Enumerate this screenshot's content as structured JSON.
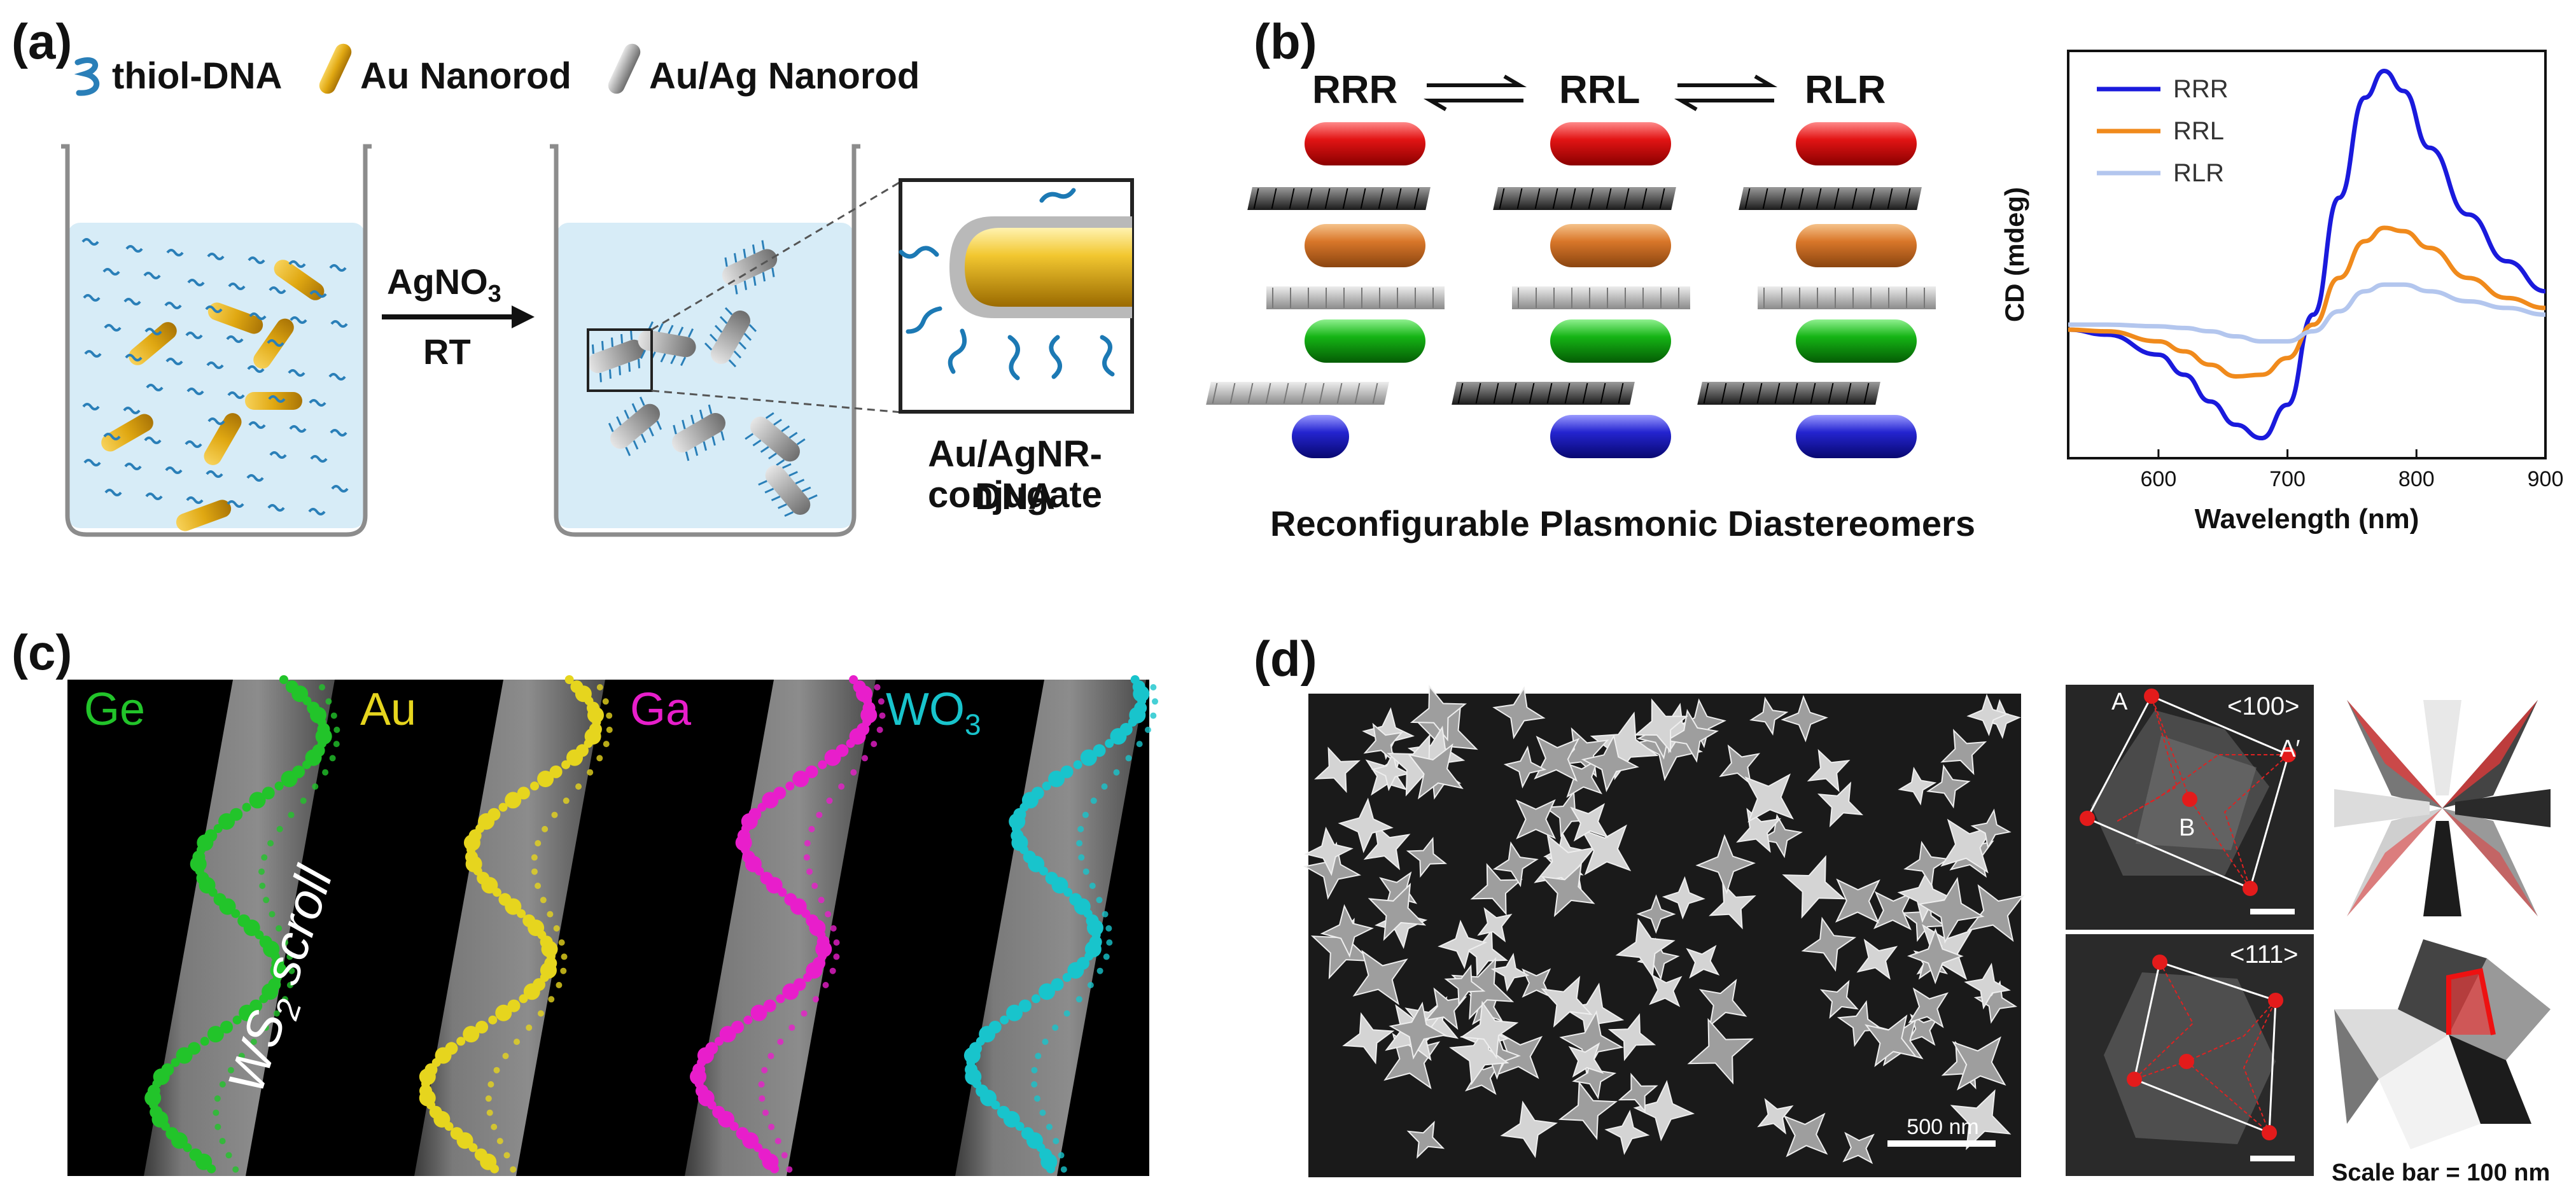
{
  "panel_a": {
    "label": "(a)",
    "legend": {
      "thiol_dna": "thiol-DNA",
      "au_nanorod": "Au Nanorod",
      "auag_nanorod": "Au/Ag Nanorod"
    },
    "reagent": "AgNO",
    "reagent_sub": "3",
    "condition": "RT",
    "product_line1": "Au/AgNR-DNA",
    "product_line2": "conjugate"
  },
  "panel_b": {
    "label": "(b)",
    "isomers": [
      "RRR",
      "RRL",
      "RLR"
    ],
    "caption": "Reconfigurable Plasmonic Diastereomers",
    "chart_data": {
      "type": "line",
      "xlabel": "Wavelength (nm)",
      "ylabel": "CD (mdeg)",
      "xlim": [
        530,
        900
      ],
      "x_ticks": [
        600,
        700,
        800,
        900
      ],
      "legend_position": "top-left",
      "series": [
        {
          "name": "RRR",
          "color": "#1a1adc",
          "x": [
            530,
            560,
            600,
            620,
            640,
            660,
            680,
            700,
            720,
            740,
            760,
            775,
            790,
            810,
            840,
            870,
            900
          ],
          "y": [
            0.5,
            -1,
            -7,
            -13,
            -21,
            -28,
            -32,
            -22,
            5,
            40,
            70,
            78,
            72,
            55,
            35,
            21,
            12
          ]
        },
        {
          "name": "RRL",
          "color": "#f08a1c",
          "x": [
            530,
            560,
            600,
            620,
            640,
            660,
            680,
            700,
            720,
            740,
            760,
            775,
            790,
            810,
            840,
            870,
            900
          ],
          "y": [
            0.5,
            0,
            -3,
            -6,
            -10,
            -13.5,
            -13,
            -8,
            2,
            16,
            27,
            31,
            30,
            25,
            16,
            10,
            7
          ]
        },
        {
          "name": "RLR",
          "color": "#b3c6ee",
          "x": [
            530,
            560,
            600,
            620,
            640,
            660,
            680,
            700,
            720,
            740,
            760,
            775,
            790,
            810,
            840,
            870,
            900
          ],
          "y": [
            2,
            2,
            1.5,
            1,
            0,
            -1.5,
            -3,
            -3,
            0,
            6,
            12,
            14,
            14,
            12,
            9,
            7,
            5
          ]
        }
      ]
    }
  },
  "panel_c": {
    "label": "(c)",
    "elements": [
      {
        "name": "Ge",
        "color": "#22c42a"
      },
      {
        "name": "Au",
        "color": "#e6d51e"
      },
      {
        "name": "Ga",
        "color": "#e81ecb"
      },
      {
        "name": "WO",
        "sub": "3",
        "color": "#18c4cc"
      }
    ],
    "scroll_label": "WS",
    "scroll_sub": "2",
    "scroll_suffix": " scroll"
  },
  "panel_d": {
    "label": "(d)",
    "scale_main": "500 nm",
    "view_100": "<100>",
    "view_111": "<111>",
    "point_a": "A",
    "point_a_prime": "A′",
    "point_b": "B",
    "scale_caption": "Scale bar = 100 nm"
  }
}
